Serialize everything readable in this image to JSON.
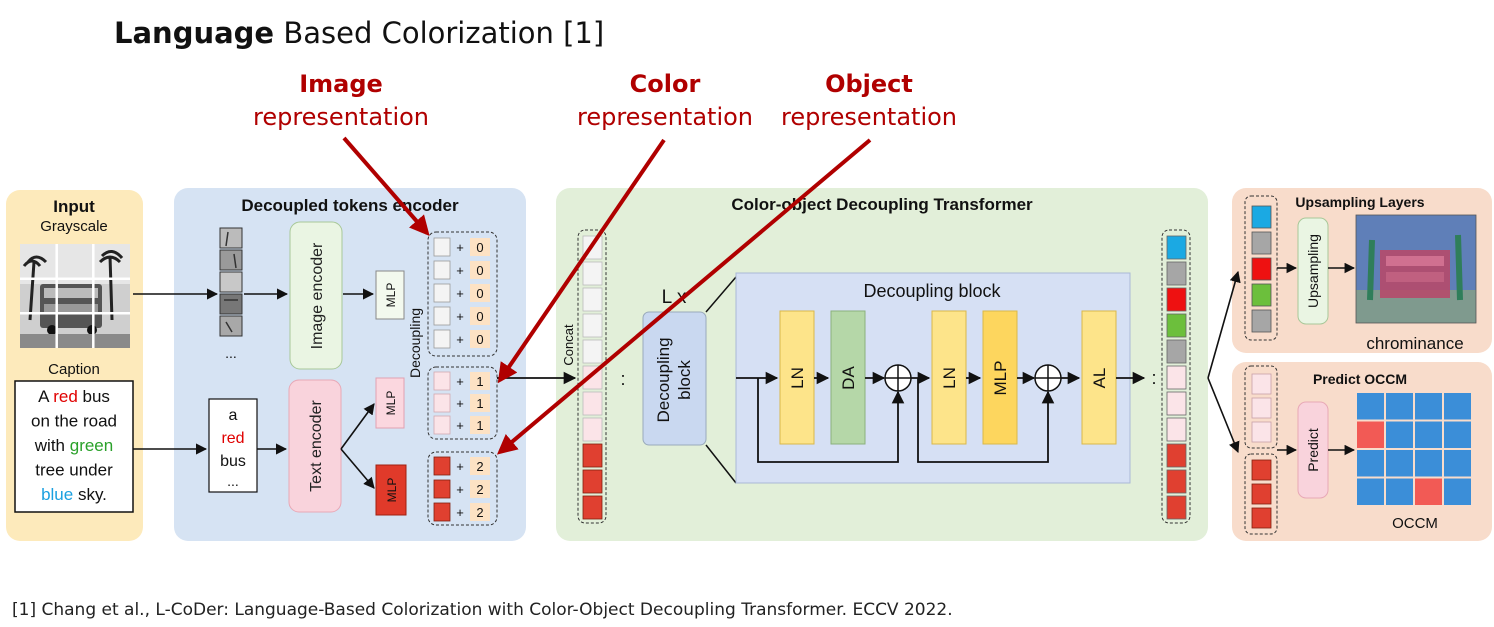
{
  "title": {
    "bold": "Language",
    "rest": " Based Colorization [1]"
  },
  "callouts": {
    "image": {
      "head": "Image",
      "sub": "representation"
    },
    "color": {
      "head": "Color",
      "sub": "representation"
    },
    "object": {
      "head": "Object",
      "sub": "representation"
    }
  },
  "input": {
    "heading": "Input",
    "grayscale_label": "Grayscale",
    "caption_label": "Caption",
    "caption_lines": [
      [
        {
          "t": "A "
        },
        {
          "t": "red",
          "c": "red"
        },
        {
          "t": " bus"
        }
      ],
      [
        {
          "t": "on the road"
        }
      ],
      [
        {
          "t": "with "
        },
        {
          "t": "green",
          "c": "green"
        }
      ],
      [
        {
          "t": "tree under"
        }
      ],
      [
        {
          "t": "blue",
          "c": "blue"
        },
        {
          "t": " sky."
        }
      ]
    ]
  },
  "encoder": {
    "heading": "Decoupled tokens encoder",
    "image_encoder": "Image encoder",
    "text_encoder": "Text encoder",
    "mlp": "MLP",
    "decoupling": "Decoupling",
    "patch_more": "...",
    "tokens": [
      "a",
      "red",
      "bus",
      "..."
    ],
    "plus": "+",
    "image_ids": [
      "0",
      "0",
      "0",
      "0",
      "0"
    ],
    "color_ids": [
      "1",
      "1",
      "1"
    ],
    "object_ids": [
      "2",
      "2",
      "2"
    ]
  },
  "transformer": {
    "heading": "Color-object Decoupling Transformer",
    "concat": "Concat",
    "lx": "L x",
    "decoupling_block_side": [
      "Decoupling",
      "block"
    ],
    "decoupling_block_title": "Decoupling block",
    "layers": [
      "LN",
      "DA",
      "LN",
      "MLP",
      "AL"
    ],
    "dots": ":"
  },
  "upsampling": {
    "heading": "Upsampling Layers",
    "module": "Upsampling",
    "output": "chrominance"
  },
  "occm": {
    "heading": "Predict OCCM",
    "module": "Predict",
    "output": "OCCM"
  },
  "footnote": "[1] Chang et al., L-CoDer: Language-Based Colorization with Color-Object Decoupling Transformer. ECCV 2022.",
  "colors": {
    "accent_red": "#b00000",
    "input_panel": "#fdeabb",
    "encoder_panel": "#d6e3f3",
    "transformer_panel": "#e2efd9",
    "output_panel": "#f8dccb",
    "yellow_block": "#fde48a",
    "green_block": "#b5d7a8",
    "token_red": "#e04030",
    "token_pink": "#fbe4e8",
    "token_blue": "#1ba9e3",
    "token_gray": "#a6a6a6",
    "token_bright_red": "#ee1111",
    "token_green": "#6cbf3c"
  }
}
